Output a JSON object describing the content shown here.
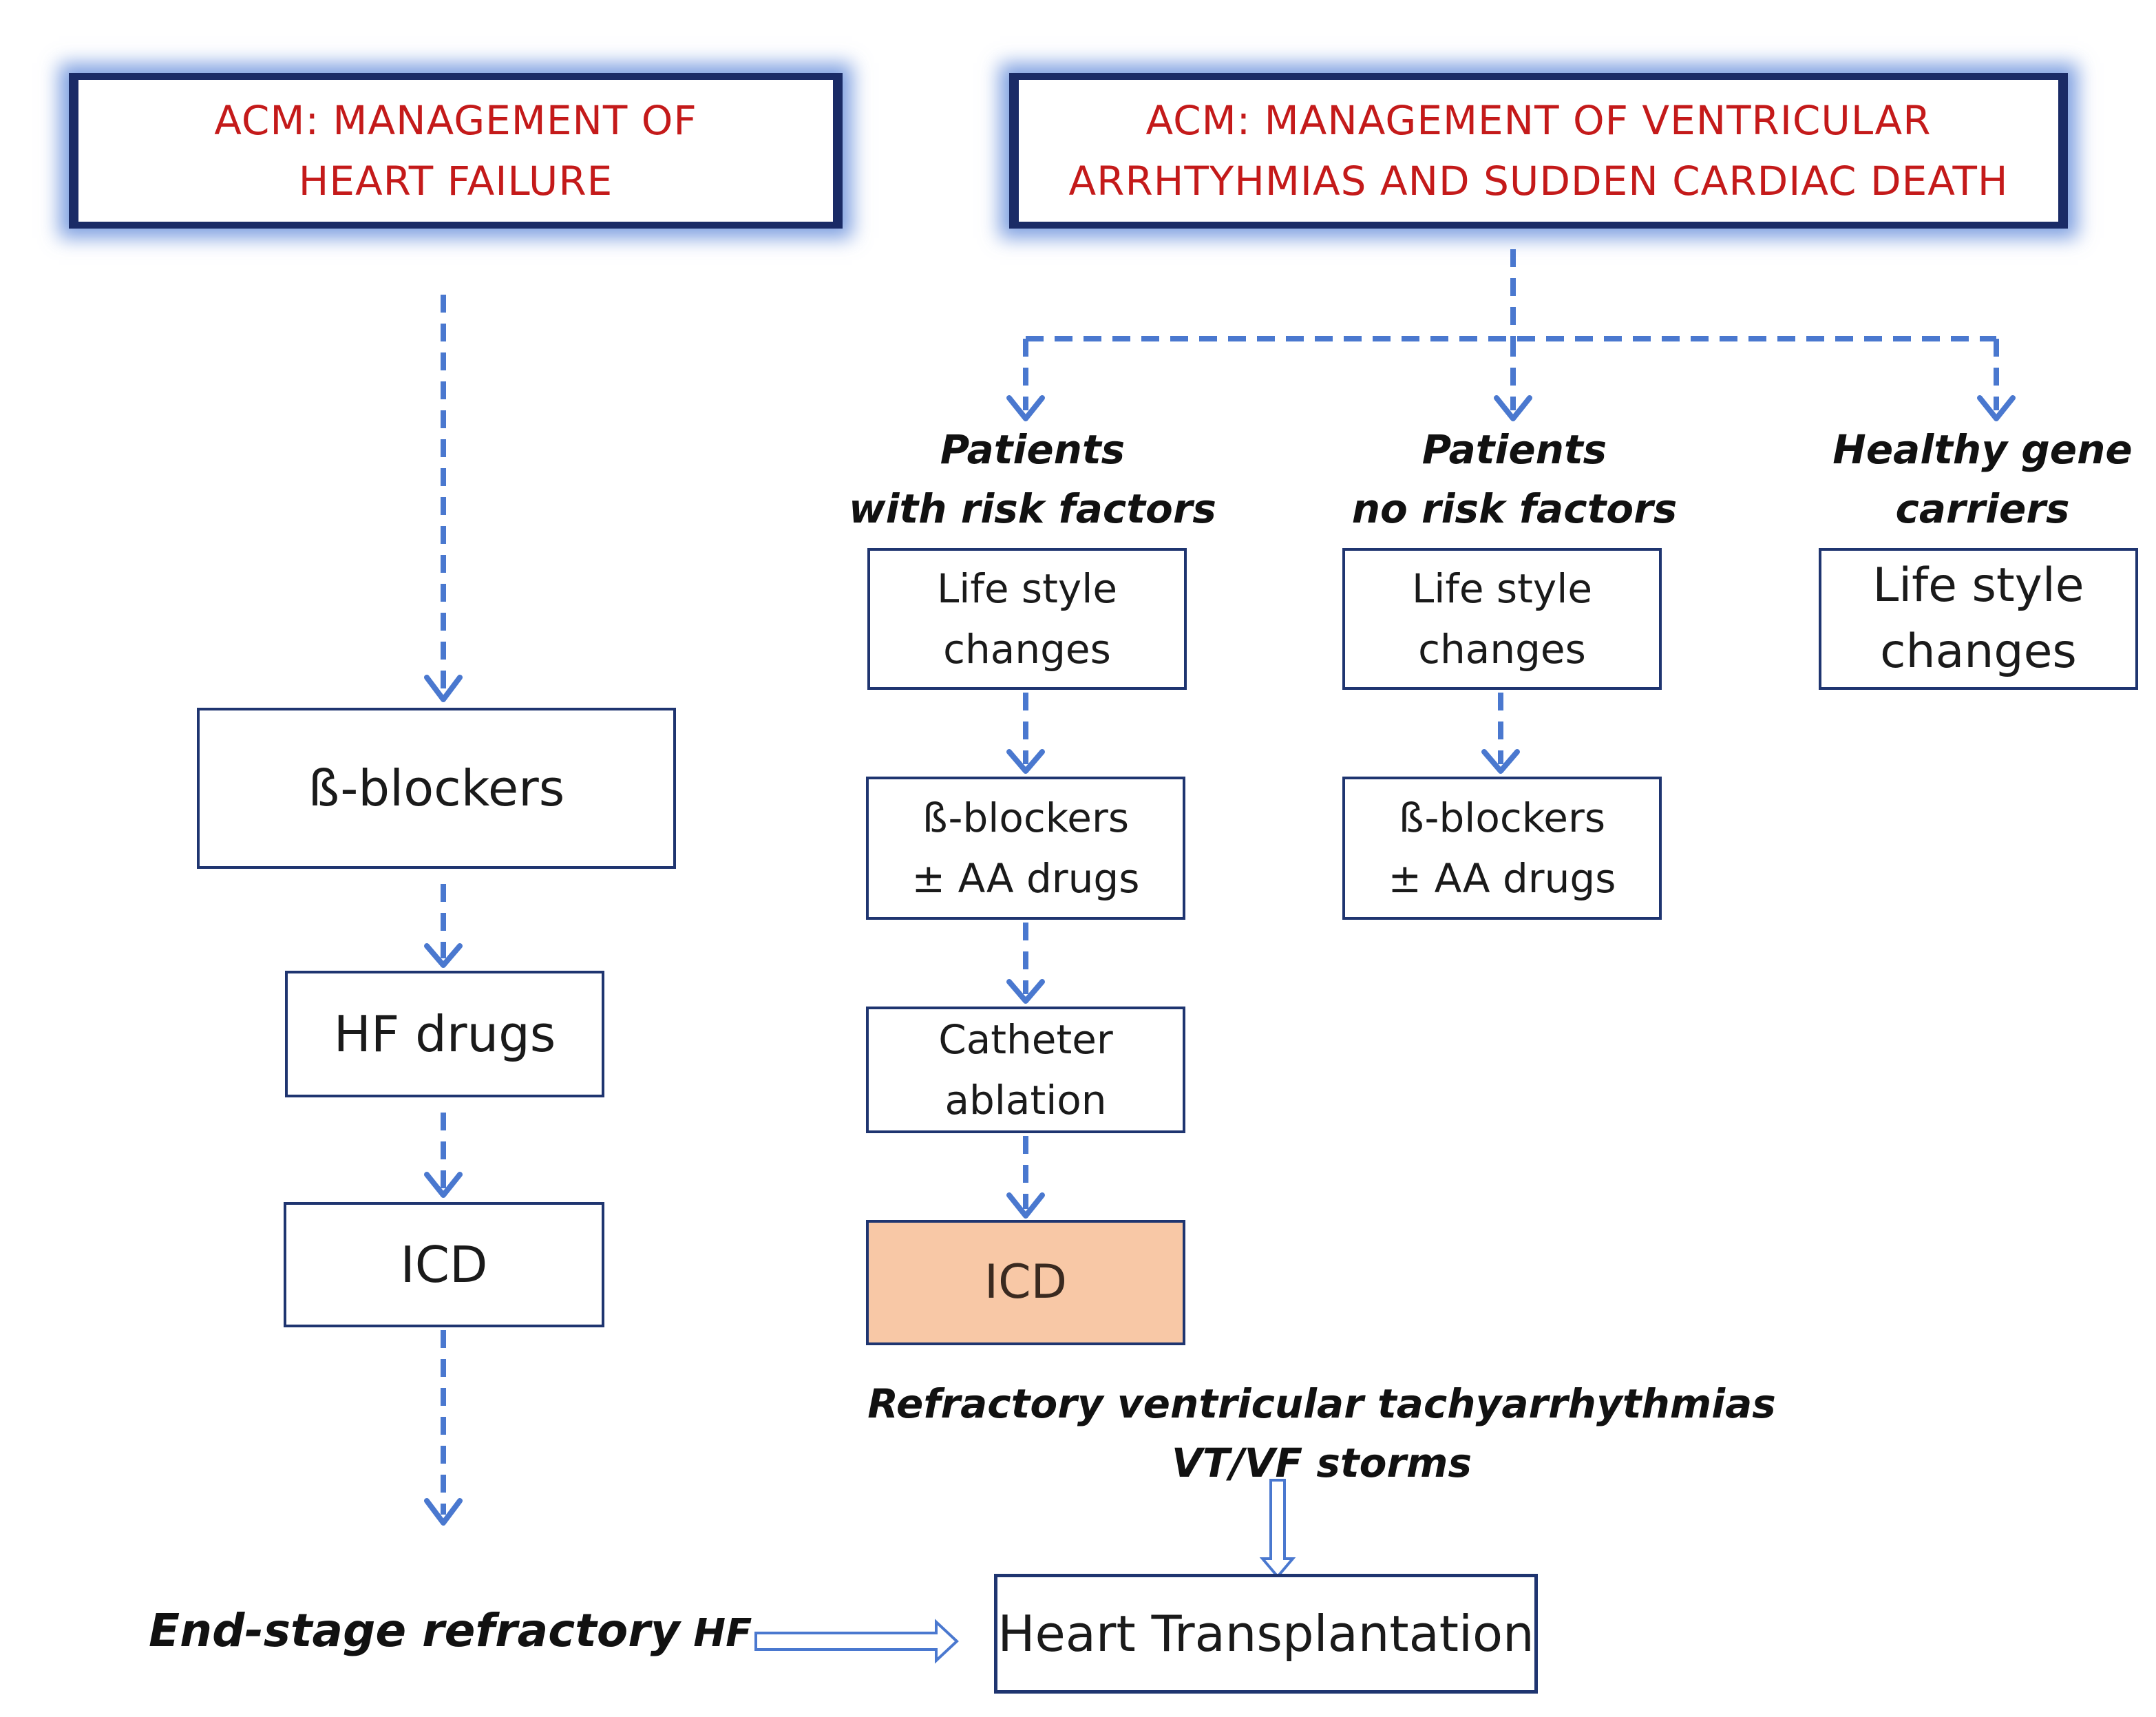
{
  "header_left": {
    "line1": "ACM: MANAGEMENT OF",
    "line2": "HEART FAILURE"
  },
  "header_right": {
    "line1": "ACM: MANAGEMENT OF  VENTRICULAR",
    "line2": "ARRHTYHMIAS AND SUDDEN CARDIAC DEATH"
  },
  "left_column": {
    "beta_blockers": "ß-blockers",
    "hf_drugs": "HF drugs",
    "icd": "ICD",
    "end_stage_part1": "End-stage refractory",
    "end_stage_part2": " HF"
  },
  "groups": {
    "with_risk": {
      "line1": "Patients",
      "line2": "with risk factors"
    },
    "no_risk": {
      "line1": "Patients",
      "line2": "no risk factors"
    },
    "healthy": {
      "line1": "Healthy gene",
      "line2": "carriers"
    }
  },
  "with_risk_steps": {
    "lifestyle_1": "Life style",
    "lifestyle_2": "changes",
    "beta_1": "ß-blockers",
    "beta_2": "± AA drugs",
    "ablation_1": "Catheter",
    "ablation_2": "ablation",
    "icd": "ICD"
  },
  "no_risk_steps": {
    "lifestyle_1": "Life style",
    "lifestyle_2": "changes",
    "beta_1": "ß-blockers",
    "beta_2": "± AA drugs"
  },
  "healthy_steps": {
    "lifestyle_1": "Life style",
    "lifestyle_2": "changes"
  },
  "refractory": {
    "line1": "Refractory ventricular tachyarrhythmias",
    "line2": "VT/VF storms"
  },
  "transplant": "Heart Transplantation",
  "colors": {
    "header_text": "#c41a1a",
    "border": "#1f3570",
    "arrow": "#4a78cf",
    "icd_fill": "#f8c8a6",
    "glow": "#5582d7"
  }
}
